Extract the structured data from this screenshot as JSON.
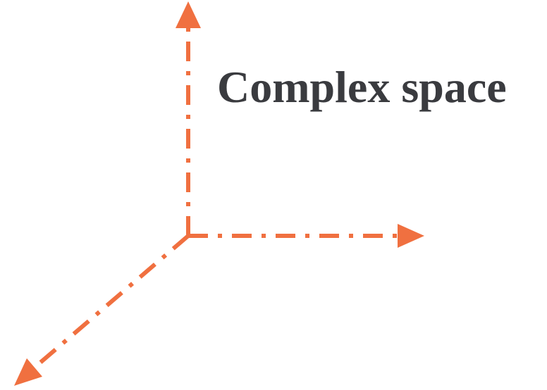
{
  "title": "Complex space",
  "colors": {
    "axis": "#f07040",
    "title_text": "#3a3b3f",
    "background": "#ffffff"
  },
  "axes": [
    {
      "name": "vertical-axis",
      "direction": "up"
    },
    {
      "name": "horizontal-axis",
      "direction": "right"
    },
    {
      "name": "diagonal-axis",
      "direction": "down-left"
    }
  ],
  "line_style": "dash-dot"
}
